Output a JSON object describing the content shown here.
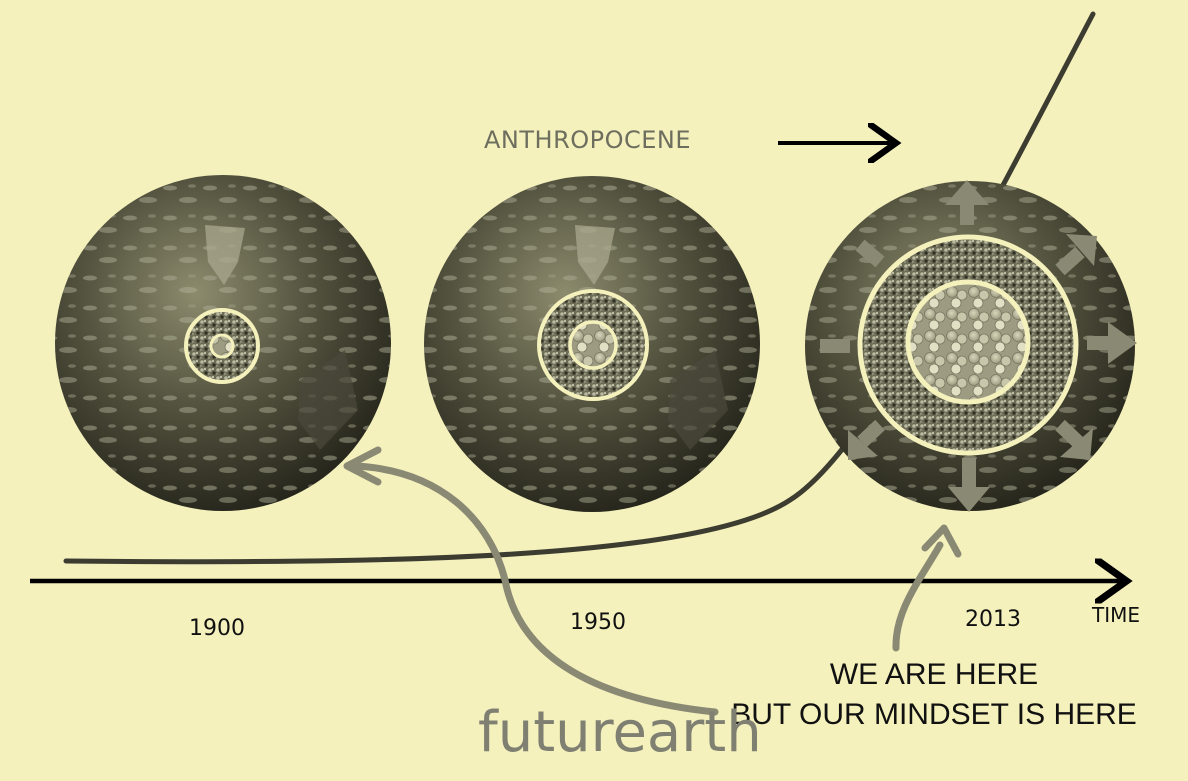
{
  "diagram": {
    "title": "ANTHROPOCENE",
    "globes": [
      {
        "year": "1900",
        "icon": "earth-globe-icon"
      },
      {
        "year": "1950",
        "icon": "earth-globe-icon"
      },
      {
        "year": "2013",
        "icon": "earth-globe-icon"
      }
    ],
    "axis_label": "TIME",
    "caption_line1": "WE ARE HERE",
    "caption_line2": "BUT OUR MINDSET IS HERE",
    "logo_text": "futurearth",
    "colors": {
      "background": "#f4f1bc",
      "axis": "#000000",
      "pointer_arrow": "#8a8a74",
      "ring": "#f4f1bc",
      "globe": "#3a3a2c"
    }
  }
}
